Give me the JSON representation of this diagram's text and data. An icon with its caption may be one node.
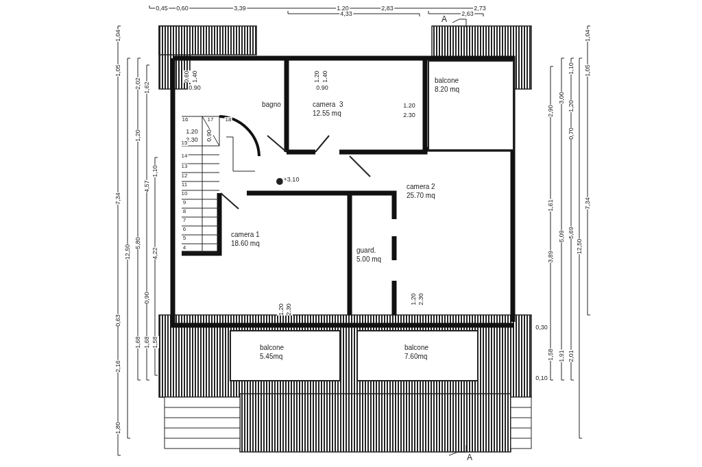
{
  "diagram": {
    "nodes": [
      {
        "text": [
          "bagno"
        ]
      },
      {
        "text": [
          "camera  3",
          "12.55 mq"
        ]
      },
      {
        "text": [
          "balcone",
          "8.20 mq"
        ]
      },
      {
        "text": [
          "camera 2",
          "25.70 mq"
        ]
      },
      {
        "text": [
          "camera 1",
          "18.60 mq"
        ]
      },
      {
        "text": [
          "guard.",
          "5.00 mq"
        ]
      },
      {
        "text": [
          "balcone",
          "5.45mq"
        ]
      },
      {
        "text": [
          "balcone",
          "7.60mq"
        ]
      }
    ],
    "labels": [
      "0,45",
      "0,60",
      "3,39",
      "1,20",
      "2,83",
      "2,73",
      "4,33",
      "2,63",
      "A",
      "1,04",
      "1,05",
      "7,34",
      "0,63",
      "2,16",
      "1,80",
      "12,50",
      "2,02",
      "1,20",
      "5,80",
      "1,68",
      "1,62",
      "4,57",
      "0,90",
      "1,68",
      "1,10",
      "4,22",
      "1,58",
      "0.60",
      "1.40",
      "0.90",
      "1.20",
      "1.40",
      "0.90",
      "1.20",
      "2.30",
      "16",
      "17",
      "18",
      "1.20",
      "2.30",
      "0.90",
      "15",
      "14",
      "13",
      "12",
      "11",
      "10",
      "9",
      "8",
      "7",
      "6",
      "5",
      "4",
      "+3.10",
      "1.20",
      "2.30",
      "1.20",
      "2.30",
      "2,90",
      "1,61",
      "3,89",
      "0,30",
      "1,58",
      "0,10",
      "3,00",
      "5,09",
      "1,91",
      "1,10",
      "1,20",
      "0,70",
      "5,69",
      "2,01",
      "12,50",
      "1,04",
      "1,05",
      "7,34",
      "A"
    ]
  }
}
